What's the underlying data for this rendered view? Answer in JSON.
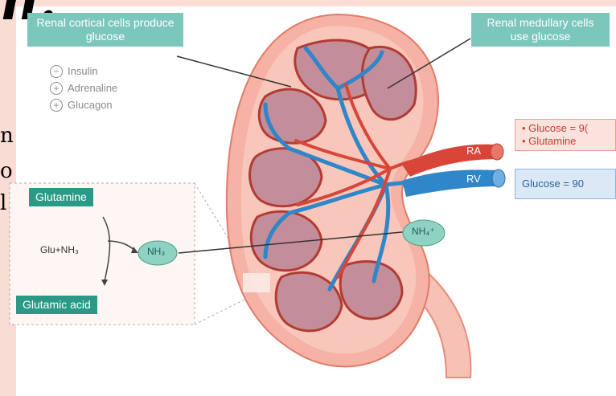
{
  "background_fragments": {
    "title": "n.",
    "line1": "n",
    "line2": "o",
    "line3": "l"
  },
  "labels": {
    "cortical": "Renal cortical cells produce glucose",
    "medullary": "Renal medullary cells use glucose",
    "glutamine": "Glutamine",
    "glutamic_acid": "Glutamic acid",
    "glu_nh3": "Glu+NH₃",
    "nh3": "NH₃",
    "nh4": "NH₄⁺",
    "ra": "RA",
    "rv": "RV"
  },
  "legend": [
    {
      "symbol": "−",
      "label": "Insulin"
    },
    {
      "symbol": "+",
      "label": "Adrenaline"
    },
    {
      "symbol": "+",
      "label": "Glucagon"
    }
  ],
  "artery_info": [
    "• Glucose = 9(",
    "• Glutamine"
  ],
  "vein_info": "Glucose = 90",
  "colors": {
    "cortex_pink": "#f4a99a",
    "capsule_light": "#fde3db",
    "medulla_mauve": "#c48d9a",
    "artery_red": "#d8463a",
    "vein_blue": "#2f86c8",
    "teal": "#7cc7bb",
    "teal_dark": "#2a9a86"
  }
}
